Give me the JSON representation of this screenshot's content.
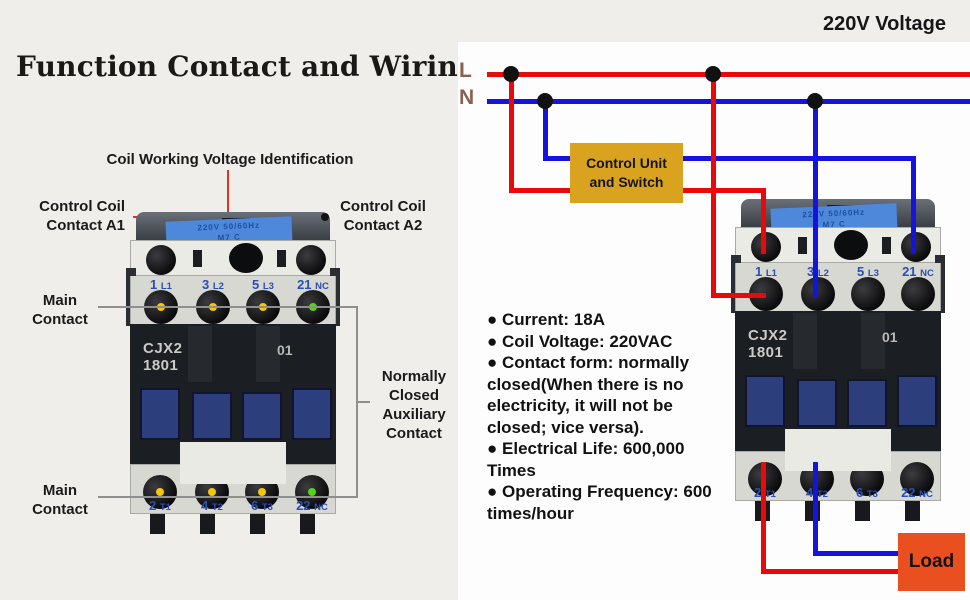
{
  "header": {
    "title": "Function Contact and Wiring",
    "voltage": "220V Voltage"
  },
  "left_diagram": {
    "coil_voltage_label": "Coil Working Voltage Identification",
    "control_coil_a1": [
      "Control Coil",
      "Contact A1"
    ],
    "control_coil_a2": [
      "Control Coil",
      "Contact A2"
    ],
    "main_contact_top": [
      "Main",
      "Contact"
    ],
    "nc_aux_label": [
      "Normally",
      "Closed",
      "Auxiliary",
      "Contact"
    ],
    "main_contact_bottom": [
      "Main",
      "Contact"
    ]
  },
  "contactor": {
    "sticker": [
      "220V 50/60Hz",
      "M7    C"
    ],
    "model": [
      "CJX2",
      "1801"
    ],
    "aux_code": "01",
    "top_terminals": [
      {
        "num": "1",
        "code": "L1"
      },
      {
        "num": "3",
        "code": "L2"
      },
      {
        "num": "5",
        "code": "L3"
      },
      {
        "num": "21",
        "code": "NC"
      }
    ],
    "bottom_terminals": [
      {
        "num": "2",
        "code": "T1"
      },
      {
        "num": "4",
        "code": "T2"
      },
      {
        "num": "6",
        "code": "T3"
      },
      {
        "num": "22",
        "code": "NC"
      }
    ]
  },
  "wiring": {
    "l_label": "L",
    "n_label": "N",
    "control_box": [
      "Control Unit",
      "and Switch"
    ],
    "load_label": "Load"
  },
  "specs": {
    "bullet": "●",
    "items": [
      "Current: 18A",
      "Coil Voltage: 220VAC",
      "Contact form: normally closed(When there is no electricity, it will not be closed; vice versa).",
      "Electrical Life: 600,000 Times",
      "Operating Frequency: 600 times/hour"
    ]
  },
  "colors": {
    "live_wire": "#e80a0a",
    "neutral_wire": "#1414dc",
    "control_box_bg": "#d9a320",
    "load_box_bg": "#ea4f1f",
    "coil_sticker_bg": "#4d88da",
    "terminal_text": "#2750b4",
    "page_bg": "#f0eeeb",
    "panel_bg": "#fdfdfd"
  }
}
